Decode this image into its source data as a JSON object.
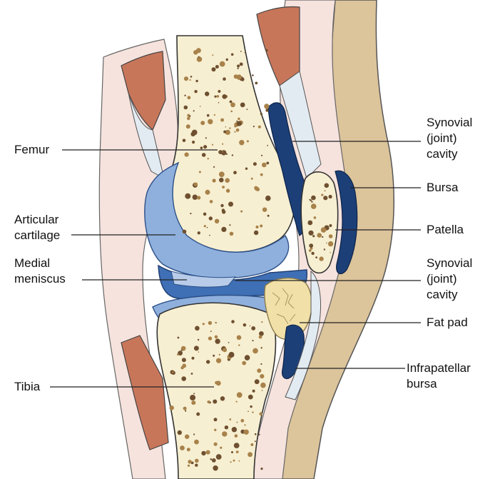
{
  "labels": {
    "femur": "Femur",
    "articular_cartilage": "Articular\ncartilage",
    "medial_meniscus": "Medial\nmeniscus",
    "tibia": "Tibia",
    "synovial_cavity_upper": "Synovial\n(joint)\ncavity",
    "bursa": "Bursa",
    "patella": "Patella",
    "synovial_cavity_lower": "Synovial\n(joint)\ncavity",
    "fat_pad": "Fat pad",
    "infrapatellar_bursa": "Infrapatellar\nbursa"
  },
  "colors": {
    "skin": "#dcc49b",
    "soft_tissue": "#f6e3de",
    "muscle": "#c8765a",
    "bone": "#f7efd2",
    "cartilage": "#8fb0dd",
    "cavity_dark": "#1c3f78",
    "cavity_mid": "#3f6fb5",
    "fat_pad": "#f1e0a8",
    "tendon": "#e3ebf2",
    "leader": "#222222"
  }
}
